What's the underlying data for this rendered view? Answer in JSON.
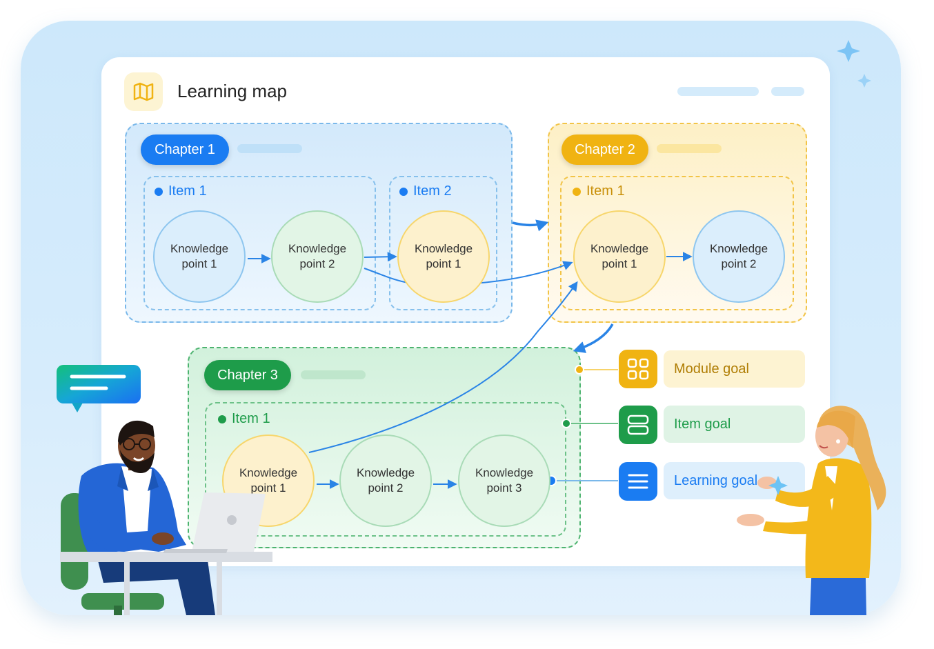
{
  "title": "Learning map",
  "chapters": [
    {
      "label": "Chapter 1",
      "color": "#1a7cf2"
    },
    {
      "label": "Chapter 2",
      "color": "#f0b312"
    },
    {
      "label": "Chapter 3",
      "color": "#1e9c4a"
    }
  ],
  "items": {
    "c1_item1": "Item 1",
    "c1_item2": "Item 2",
    "c2_item1": "Item 1",
    "c3_item1": "Item 1"
  },
  "nodes": {
    "c1_kp1": [
      "Knowledge",
      "point 1"
    ],
    "c1_kp2": [
      "Knowledge",
      "point 2"
    ],
    "c1_i2_kp1": [
      "Knowledge",
      "point 1"
    ],
    "c2_kp1": [
      "Knowledge",
      "point 1"
    ],
    "c2_kp2": [
      "Knowledge",
      "point 2"
    ],
    "c3_kp1": [
      "Knowledge",
      "point 1"
    ],
    "c3_kp2": [
      "Knowledge",
      "point 2"
    ],
    "c3_kp3": [
      "Knowledge",
      "point 3"
    ]
  },
  "goals": {
    "module": "Module goal",
    "item": "Item goal",
    "learning": "Learning goal"
  },
  "icons": {
    "header": "map-icon",
    "module": "grid-icon",
    "item": "stack-icon",
    "learning": "list-icon"
  }
}
